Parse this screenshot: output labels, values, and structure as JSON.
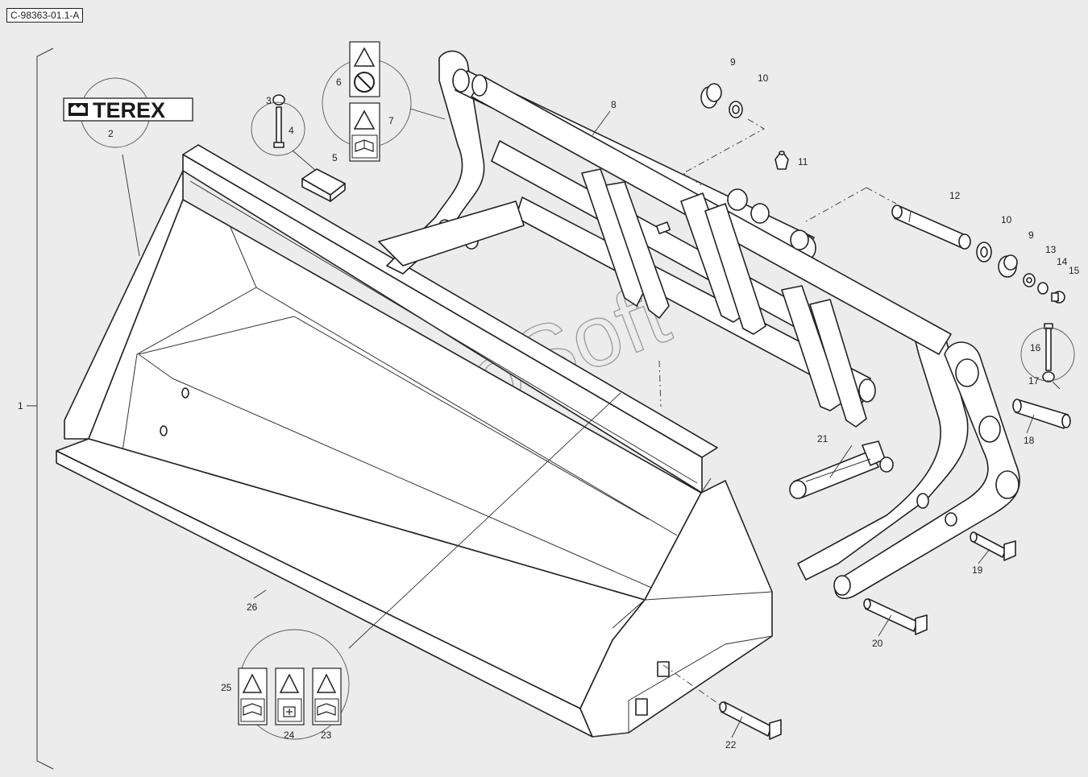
{
  "drawing_ref": "C-98363-01.1-A",
  "brand_text": "TEREX",
  "watermark": "AutoSoft",
  "callouts": [
    "1",
    "2",
    "3",
    "4",
    "5",
    "6",
    "7",
    "8",
    "9",
    "10",
    "11",
    "12",
    "10",
    "9",
    "13",
    "14",
    "15",
    "16",
    "17",
    "18",
    "19",
    "20",
    "21",
    "22",
    "23",
    "24",
    "25",
    "26"
  ]
}
